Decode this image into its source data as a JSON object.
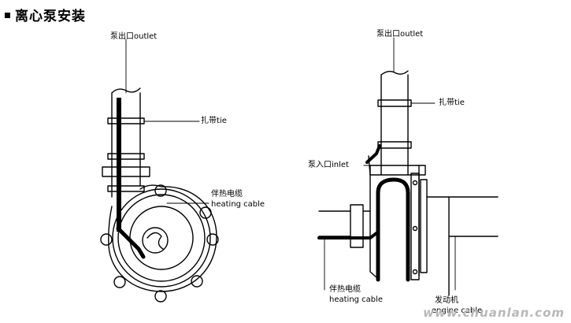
{
  "heading": {
    "title": "离心泵安装"
  },
  "left": {
    "outlet": "泵出口outlet",
    "tie": "扎带tie",
    "cable_cn": "伴热电缆",
    "cable_en": "heating cable"
  },
  "right": {
    "outlet": "泵出口outlet",
    "tie": "扎带tie",
    "inlet": "泵入口inlet",
    "cable_cn": "伴热电缆",
    "cable_en": "heating cable",
    "engine_cn": "发动机",
    "engine_en": "engine cable"
  },
  "watermark": "www.chuanlan.com"
}
